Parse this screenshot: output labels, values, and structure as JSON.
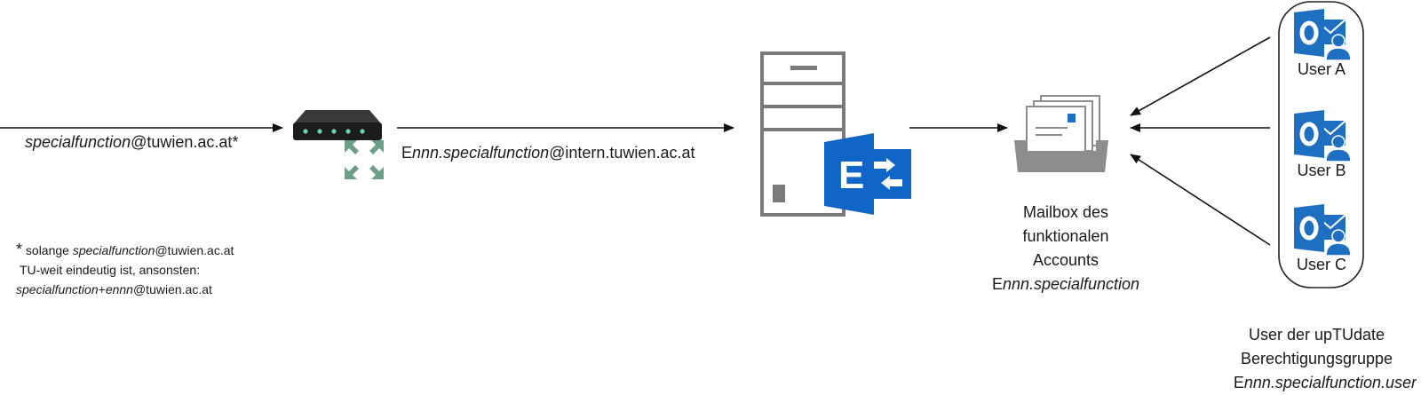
{
  "input_address": {
    "prefix": "specialfunction",
    "suffix": "@tuwien.ac.at*"
  },
  "forward_address": {
    "prefix": "E",
    "italic": "nnn.specialfunction",
    "suffix": "@intern.tuwien.ac.at"
  },
  "footnote": {
    "line1_star": "*",
    "line1_pre": " solange ",
    "line1_italic": "specialfunction",
    "line1_post": "@tuwien.ac.at",
    "line2": "TU-weit eindeutig ist, ansonsten:",
    "line3_italic1": "specialfunction",
    "line3_plus": "+",
    "line3_italic2": "ennn",
    "line3_post": "@tuwien.ac.at"
  },
  "mailbox": {
    "line1": "Mailbox des",
    "line2": "funktionalen",
    "line3": "Accounts",
    "line4_prefix": "E",
    "line4_italic": "nnn.specialfunction"
  },
  "users": [
    {
      "label": "User A"
    },
    {
      "label": "User B"
    },
    {
      "label": "User C"
    }
  ],
  "group": {
    "line1": "User der upTUdate",
    "line2": "Berechtigungsgruppe",
    "line3_prefix": "E",
    "line3_italic": "nnn.specialfunction.user"
  },
  "colors": {
    "outlook_blue": "#1e6fc2",
    "exchange_blue": "#0f66c8",
    "router_green": "#6d9e86",
    "server_gray": "#7a7a7a",
    "tray_gray": "#8d8d8d"
  },
  "icons": [
    "router-icon",
    "server-icon",
    "exchange-icon",
    "mailbox-tray-icon",
    "outlook-user-icon"
  ]
}
